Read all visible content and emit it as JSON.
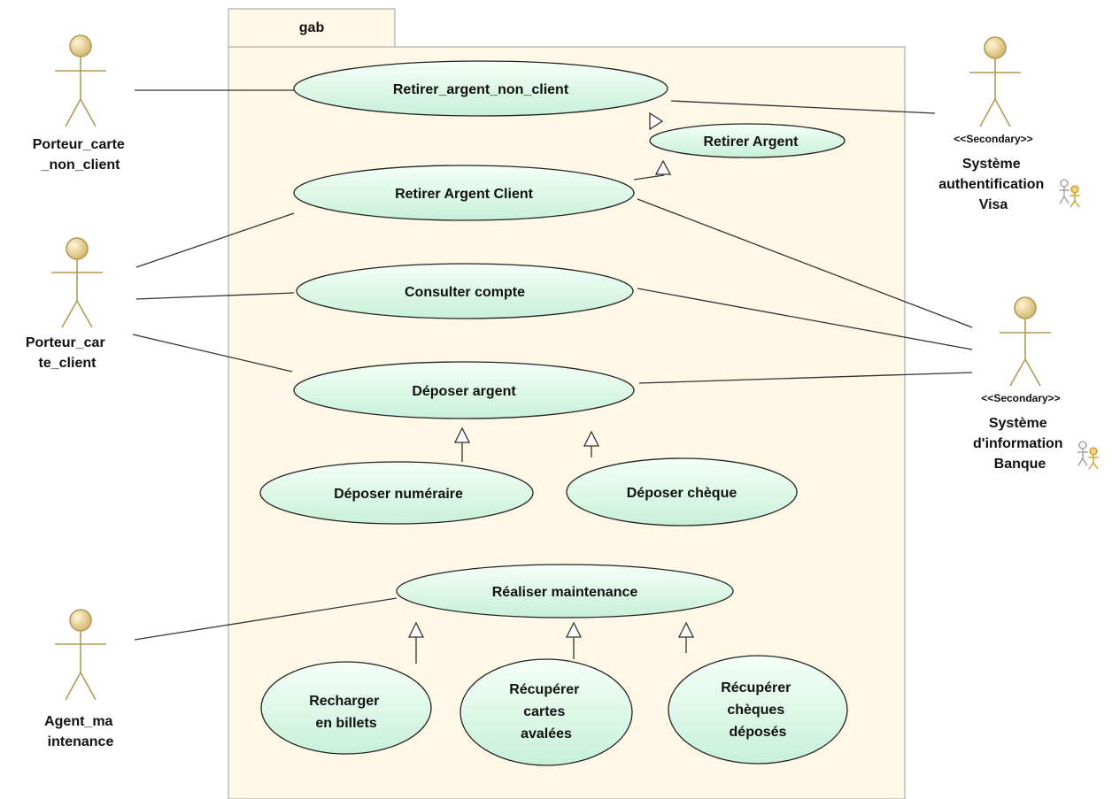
{
  "package": {
    "name": "gab"
  },
  "actors": {
    "porteur_non_client": {
      "lines": [
        "Porteur_carte",
        "_non_client"
      ]
    },
    "porteur_client": {
      "lines": [
        "Porteur_car",
        "te_client"
      ]
    },
    "agent": {
      "lines": [
        "Agent_ma",
        "intenance"
      ]
    },
    "visa": {
      "stereotype": "<<Secondary>>",
      "lines": [
        "Système",
        "authentification",
        "Visa"
      ]
    },
    "banque": {
      "stereotype": "<<Secondary>>",
      "lines": [
        "Système",
        "d'information",
        "Banque"
      ]
    }
  },
  "use_cases": {
    "retirer_non_client": {
      "lines": [
        "Retirer_argent_non_client"
      ]
    },
    "retirer_argent": {
      "lines": [
        "Retirer Argent"
      ]
    },
    "retirer_client": {
      "lines": [
        "Retirer Argent Client"
      ]
    },
    "consulter": {
      "lines": [
        "Consulter compte"
      ]
    },
    "deposer": {
      "lines": [
        "Déposer argent"
      ]
    },
    "deposer_numeraire": {
      "lines": [
        "Déposer numéraire"
      ]
    },
    "deposer_cheque": {
      "lines": [
        "Déposer chèque"
      ]
    },
    "maintenance": {
      "lines": [
        "Réaliser maintenance"
      ]
    },
    "recharger": {
      "lines": [
        "Recharger",
        "en billets"
      ]
    },
    "recuperer_cartes": {
      "lines": [
        "Récupérer",
        "cartes",
        "avalées"
      ]
    },
    "recuperer_cheques": {
      "lines": [
        "Récupérer",
        "chèques",
        "déposés"
      ]
    }
  },
  "colors": {
    "usecase_fill_light": "#f4fff8",
    "usecase_fill_dark": "#c8f0da",
    "actor_fill": "#f7edc8",
    "actor_stroke": "#b39a55",
    "package_fill": "#fff8e7",
    "package_stroke": "#9e9e9e",
    "line": "#333333"
  }
}
